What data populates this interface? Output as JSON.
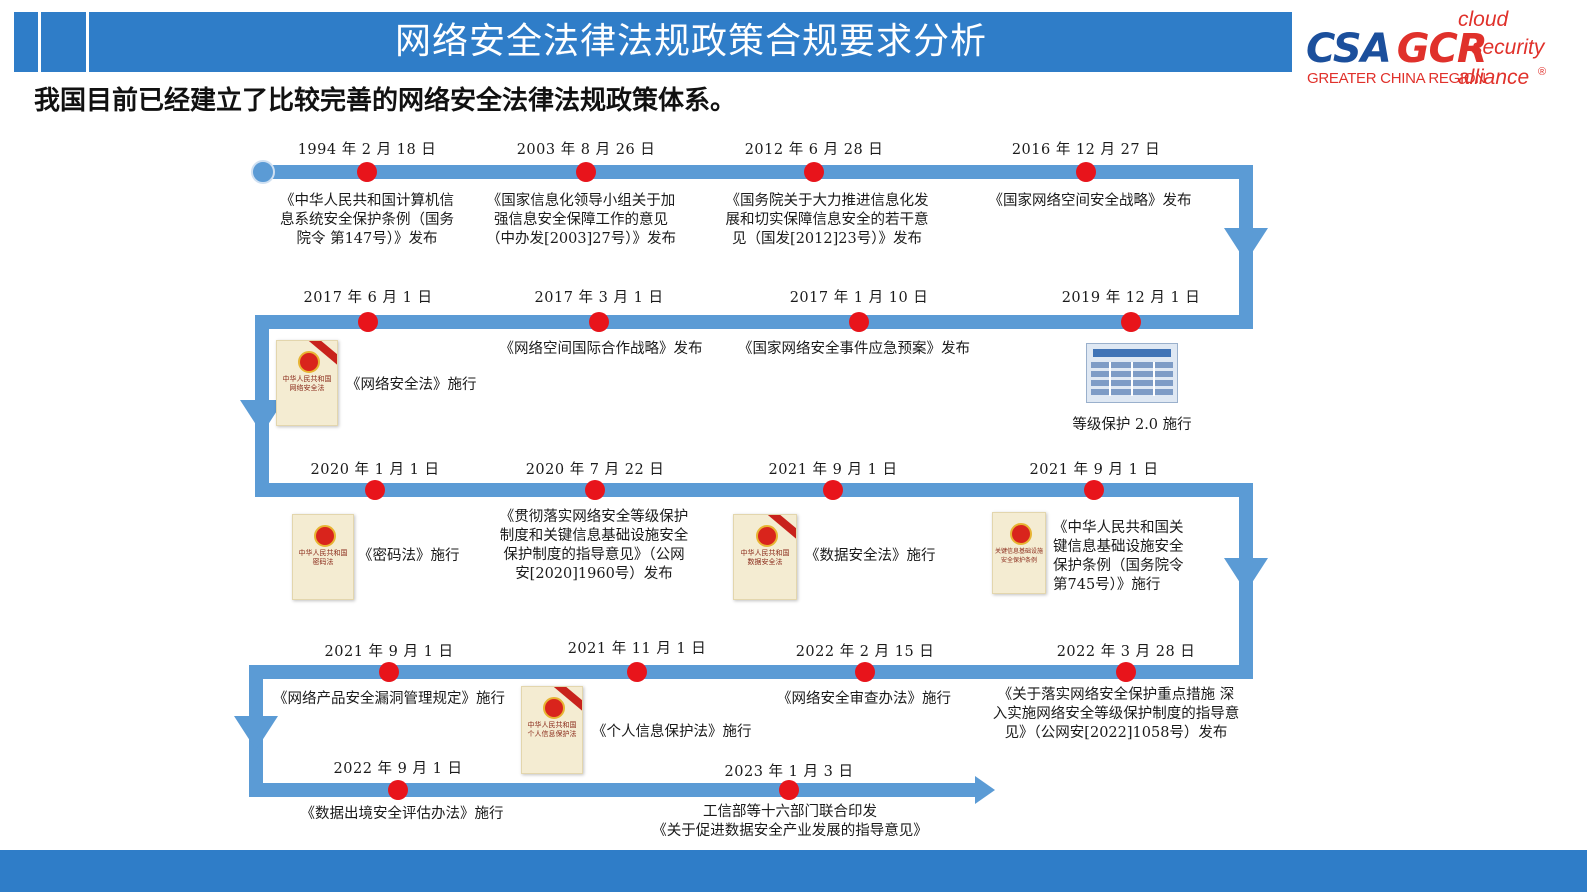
{
  "header": {
    "title": "网络安全法律法规政策合规要求分析",
    "logo": {
      "csa": "CSA",
      "gcr": "GCR",
      "region": "GREATER CHINA REGION",
      "cloud": "cloud",
      "security": "security",
      "alliance": "alliance",
      "reg_mark": "®"
    }
  },
  "subtitle": "我国目前已经建立了比较完善的网络安全法律法规政策体系。",
  "colors": {
    "accent": "#2f7dc8",
    "node": "#e8141b",
    "line": "#5b9bd5"
  },
  "rows": [
    {
      "milestones": [
        {
          "date": "1994 年 2 月 18 日",
          "event": "《中华人民共和国计算机信\n息系统安全保护条例（国务\n院令 第147号）》发布"
        },
        {
          "date": "2003 年 8 月 26 日",
          "event": "《国家信息化领导小组关于加\n强信息安全保障工作的意见\n（中办发[2003]27号）》发布"
        },
        {
          "date": "2012 年 6 月 28 日",
          "event": "《国务院关于大力推进信息化发\n展和切实保障信息安全的若干意\n见（国发[2012]23号）》发布"
        },
        {
          "date": "2016 年 12 月 27 日",
          "event": "《国家网络空间安全战略》发布"
        }
      ]
    },
    {
      "milestones": [
        {
          "date": "2017 年 6 月 1 日",
          "event": "《网络安全法》施行",
          "doc_text": "中华人民共和国\n网络安全法"
        },
        {
          "date": "2017 年 3 月 1 日",
          "event": "《网络空间国际合作战略》发布"
        },
        {
          "date": "2017 年 1 月 10 日",
          "event": "《国家网络安全事件应急预案》发布"
        },
        {
          "date": "2019 年 12 月 1 日",
          "event": "等级保护 2.0 施行"
        }
      ]
    },
    {
      "milestones": [
        {
          "date": "2020 年 1 月 1 日",
          "event": "《密码法》施行",
          "doc_text": "中华人民共和国\n密码法"
        },
        {
          "date": "2020 年 7 月 22 日",
          "event": "《贯彻落实网络安全等级保护\n制度和关键信息基础设施安全\n保护制度的指导意见》（公网\n安[2020]1960号）发布"
        },
        {
          "date": "2021 年 9 月 1 日",
          "event": "《数据安全法》施行",
          "doc_text": "中华人民共和国\n数据安全法"
        },
        {
          "date": "2021 年 9 月 1 日",
          "event": "《中华人民共和国关\n键信息基础设施安全\n保护条例（国务院令\n第745号）》施行",
          "doc_text": "关键信息基础设施\n安全保护条例"
        }
      ]
    },
    {
      "milestones": [
        {
          "date": "2021 年 9 月 1 日",
          "event": "《网络产品安全漏洞管理规定》施行"
        },
        {
          "date": "2021 年 11 月 1 日",
          "event": "《个人信息保护法》施行",
          "doc_text": "中华人民共和国\n个人信息保护法"
        },
        {
          "date": "2022 年 2 月 15 日",
          "event": "《网络安全审查办法》施行"
        },
        {
          "date": "2022 年 3 月 28 日",
          "event": "《关于落实网络安全保护重点措施 深\n入实施网络安全等级保护制度的指导意\n见》（公网安[2022]1058号）发布"
        }
      ]
    },
    {
      "milestones": [
        {
          "date": "2022 年 9 月 1 日",
          "event": "《数据出境安全评估办法》施行"
        },
        {
          "date": "2023 年 1 月 3 日",
          "event": "工信部等十六部门联合印发\n《关于促进数据安全产业发展的指导意见》"
        }
      ]
    }
  ]
}
